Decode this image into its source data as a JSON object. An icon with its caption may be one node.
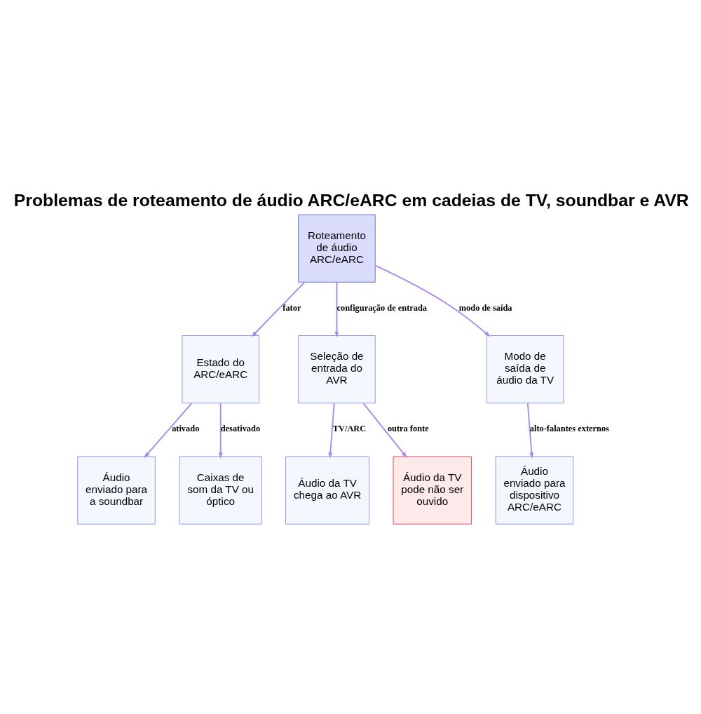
{
  "diagram": {
    "title": "Problemas de roteamento de áudio ARC/eARC em cadeias de TV, soundbar e AVR",
    "nodes": [
      {
        "text": [
          "Roteamento de áudio ARC/eARC"
        ]
      },
      {
        "text": [
          "Estado do ARC/eARC"
        ]
      },
      {
        "text": [
          "Seleção de entrada do AVR"
        ]
      },
      {
        "text": [
          "Modo de saída de áudio da TV"
        ]
      },
      {
        "text": [
          "Áudio enviado para a soundbar"
        ]
      },
      {
        "text": [
          "Caixas de som da TV ou óptico"
        ]
      },
      {
        "text": [
          "Áudio da TV chega ao AVR"
        ]
      },
      {
        "text": [
          "Áudio da TV pode não ser ouvido"
        ]
      },
      {
        "text": [
          "Áudio enviado para dispositivo ARC/eARC"
        ]
      }
    ],
    "edges": [
      {
        "from": 0,
        "to": 1,
        "label": "fator",
        "arrow": "to"
      },
      {
        "from": 0,
        "to": 2,
        "label": "configuração de entrada",
        "arrow": "to"
      },
      {
        "from": 0,
        "to": 3,
        "label": "modo de saída",
        "arrow": "to"
      },
      {
        "from": 1,
        "to": 4,
        "label": "ativado",
        "arrow": "to"
      },
      {
        "from": 1,
        "to": 5,
        "label": "desativado",
        "arrow": "to"
      },
      {
        "from": 2,
        "to": 6,
        "label": "TV/ARC",
        "arrow": "to"
      },
      {
        "from": 2,
        "to": 7,
        "label": "outra fonte",
        "arrow": "to"
      },
      {
        "from": 3,
        "to": 8,
        "label": "alto-falantes externos",
        "arrow": "to"
      }
    ]
  }
}
